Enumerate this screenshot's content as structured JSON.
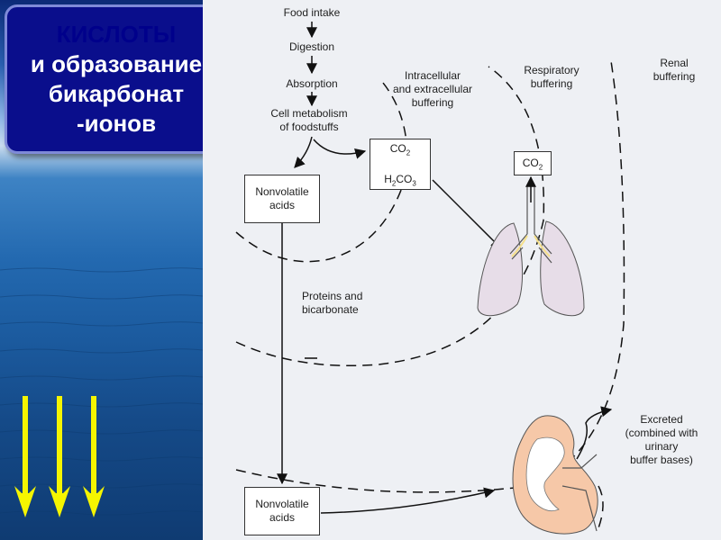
{
  "title_box": {
    "lines": [
      "КИСЛОТЫ",
      "и образование",
      "бикарбонат",
      "-ионов"
    ],
    "line_colors": [
      "#00008b",
      "#ffffff",
      "#ffffff",
      "#ffffff"
    ],
    "background": "#0a0e8c"
  },
  "decor": {
    "arrow_color": "#f5f500",
    "arrow_count": 3
  },
  "pathway": {
    "food_intake": "Food intake",
    "digestion": "Digestion",
    "absorption": "Absorption",
    "cell_metabolism": [
      "Cell metabolism",
      "of foodstuffs"
    ]
  },
  "zones": {
    "intracellular": [
      "Intracellular",
      "and extracellular",
      "buffering"
    ],
    "respiratory": [
      "Respiratory",
      "buffering"
    ],
    "renal": [
      "Renal",
      "buffering"
    ]
  },
  "boxes": {
    "nonvolatile_top": [
      "Nonvolatile",
      "acids"
    ],
    "nonvolatile_bottom": [
      "Nonvolatile",
      "acids"
    ],
    "co2_h2co3": {
      "co2": "CO",
      "co2_sub": "2",
      "h2co3_a": "H",
      "h2co3_sub_a": "2",
      "h2co3_b": "CO",
      "h2co3_sub_b": "3"
    },
    "lung_co2": {
      "text": "CO",
      "sub": "2"
    }
  },
  "labels": {
    "proteins": [
      "Proteins and",
      "bicarbonate"
    ],
    "excreted": [
      "Excreted",
      "(combined with",
      "urinary",
      "buffer bases)"
    ]
  }
}
